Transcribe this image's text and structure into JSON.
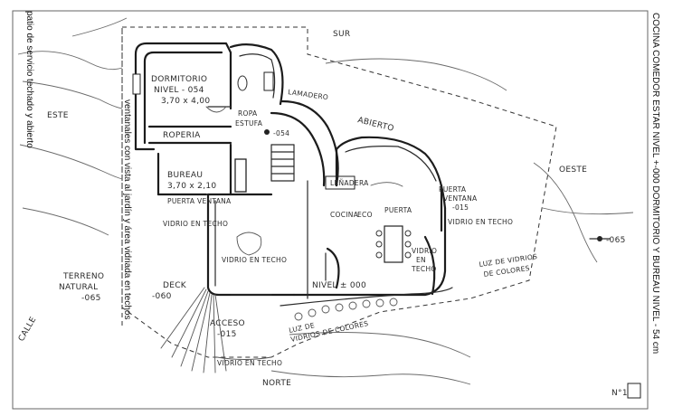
{
  "title": "COCINA COMEDOR ESTAR NIVEL +-000   DORMITORIO Y BUREAU NIVEL - 54 cm",
  "page_number": "N°1",
  "side_notes": {
    "patio": "patio de servicio techado y abierto",
    "ventanales": "ventanales con vista al jardín y área vidriada en techos"
  },
  "compass": {
    "north": "NORTE",
    "south": "SUR",
    "east": "ESTE",
    "west": "OESTE"
  },
  "rooms": {
    "dormitorio_name": "DORMITORIO",
    "dormitorio_level": "NIVEL - 054",
    "dormitorio_size": "3,70 x 4,00",
    "roperia": "ROPERIA",
    "bureau_name": "BUREAU",
    "bureau_size": "3,70 x 2,10",
    "ropa": "ROPA",
    "estufa": "ESTUFA",
    "estufa_level": "-054",
    "lamadero": "LAMADERO",
    "abierto": "ABIERTO",
    "leñadera": "LEÑADERA",
    "cocina": "COCINA",
    "eco": "ECO",
    "puerta": "PUERTA",
    "puerta_ventana_east": "PUERTA VENTANA",
    "puerta_ventana_west_1": "PUERTA",
    "puerta_ventana_west_2": "VENTANA",
    "puerta_ventana_west_level": "-015",
    "vidrio_techo_1": "VIDRIO EN TECHO",
    "vidrio_techo_2": "VIDRIO EN TECHO",
    "vidrio_en_techo_c1": "VIDRIO",
    "vidrio_en_techo_c2": "EN",
    "vidrio_en_techo_c3": "TECHO",
    "vidrio_techo_east": "VIDRIO EN TECHO",
    "vidrio_techo_west": "VIDRIO EN TECHO",
    "nivel_000": "NIVEL ± 000",
    "luz_vidrios_1": "LUZ DE VIDRIOS",
    "luz_vidrios_2": "DE COLORES",
    "luz_vidrios_s1": "LUZ DE",
    "luz_vidrios_s2": "VIDRIOS DE COLORES",
    "terreno_1": "TERRENO",
    "terreno_2": "NATURAL",
    "terreno_level": "-065",
    "deck": "DECK",
    "deck_level": "-060",
    "acceso": "ACCESO",
    "acceso_level": "-015",
    "calle": "CALLE",
    "level_east": "-065"
  }
}
